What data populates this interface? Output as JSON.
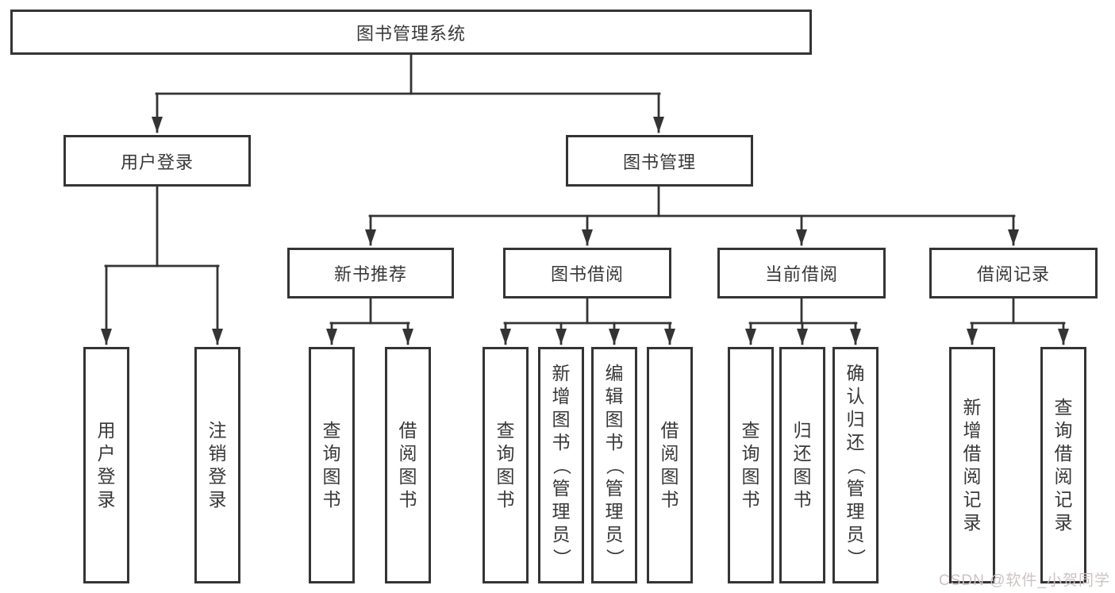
{
  "diagram": {
    "root": {
      "label": "图书管理系统"
    },
    "level2": [
      {
        "label": "用户登录"
      },
      {
        "label": "图书管理"
      }
    ],
    "level3": [
      {
        "label": "新书推荐",
        "parent": "图书管理"
      },
      {
        "label": "图书借阅",
        "parent": "图书管理"
      },
      {
        "label": "当前借阅",
        "parent": "图书管理"
      },
      {
        "label": "借阅记录",
        "parent": "图书管理"
      }
    ],
    "leaves": [
      {
        "label": "用户登录",
        "parent": "用户登录"
      },
      {
        "label": "注销登录",
        "parent": "用户登录"
      },
      {
        "label": "查询图书",
        "parent": "新书推荐"
      },
      {
        "label": "借阅图书",
        "parent": "新书推荐"
      },
      {
        "label": "查询图书",
        "parent": "图书借阅"
      },
      {
        "label": "新增图书（管理员）",
        "parent": "图书借阅"
      },
      {
        "label": "编辑图书（管理员）",
        "parent": "图书借阅"
      },
      {
        "label": "借阅图书",
        "parent": "图书借阅"
      },
      {
        "label": "查询图书",
        "parent": "当前借阅"
      },
      {
        "label": "归还图书",
        "parent": "当前借阅"
      },
      {
        "label": "确认归还（管理员）",
        "parent": "当前借阅"
      },
      {
        "label": "新增借阅记录",
        "parent": "借阅记录"
      },
      {
        "label": "查询借阅记录",
        "parent": "借阅记录"
      }
    ]
  },
  "watermark": "CSDN @软件_小贺同学",
  "colors": {
    "line": "#343434",
    "text": "#383838",
    "background": "#ffffff",
    "watermark": "#cdc2c2"
  }
}
